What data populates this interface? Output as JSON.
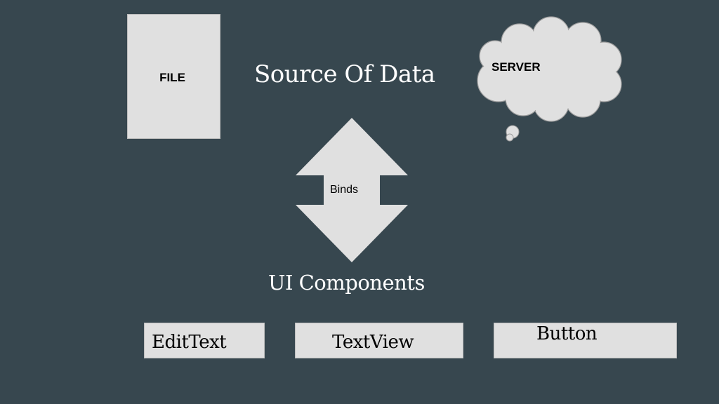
{
  "slide": {
    "background_color": "#37474f",
    "title": "Source Of Data",
    "subtitle": "UI Components"
  },
  "file": {
    "label": "FILE"
  },
  "server": {
    "label": "SERVER",
    "icon": "cloud-icon"
  },
  "binds": {
    "label": "Binds",
    "icon": "double-arrow-icon"
  },
  "components": {
    "edittext": "EditText",
    "textview": "TextView",
    "button": "Button"
  },
  "colors": {
    "shape_fill": "#e0e0e0",
    "shape_stroke": "#bdbdbd",
    "title_text": "#ffffff"
  }
}
